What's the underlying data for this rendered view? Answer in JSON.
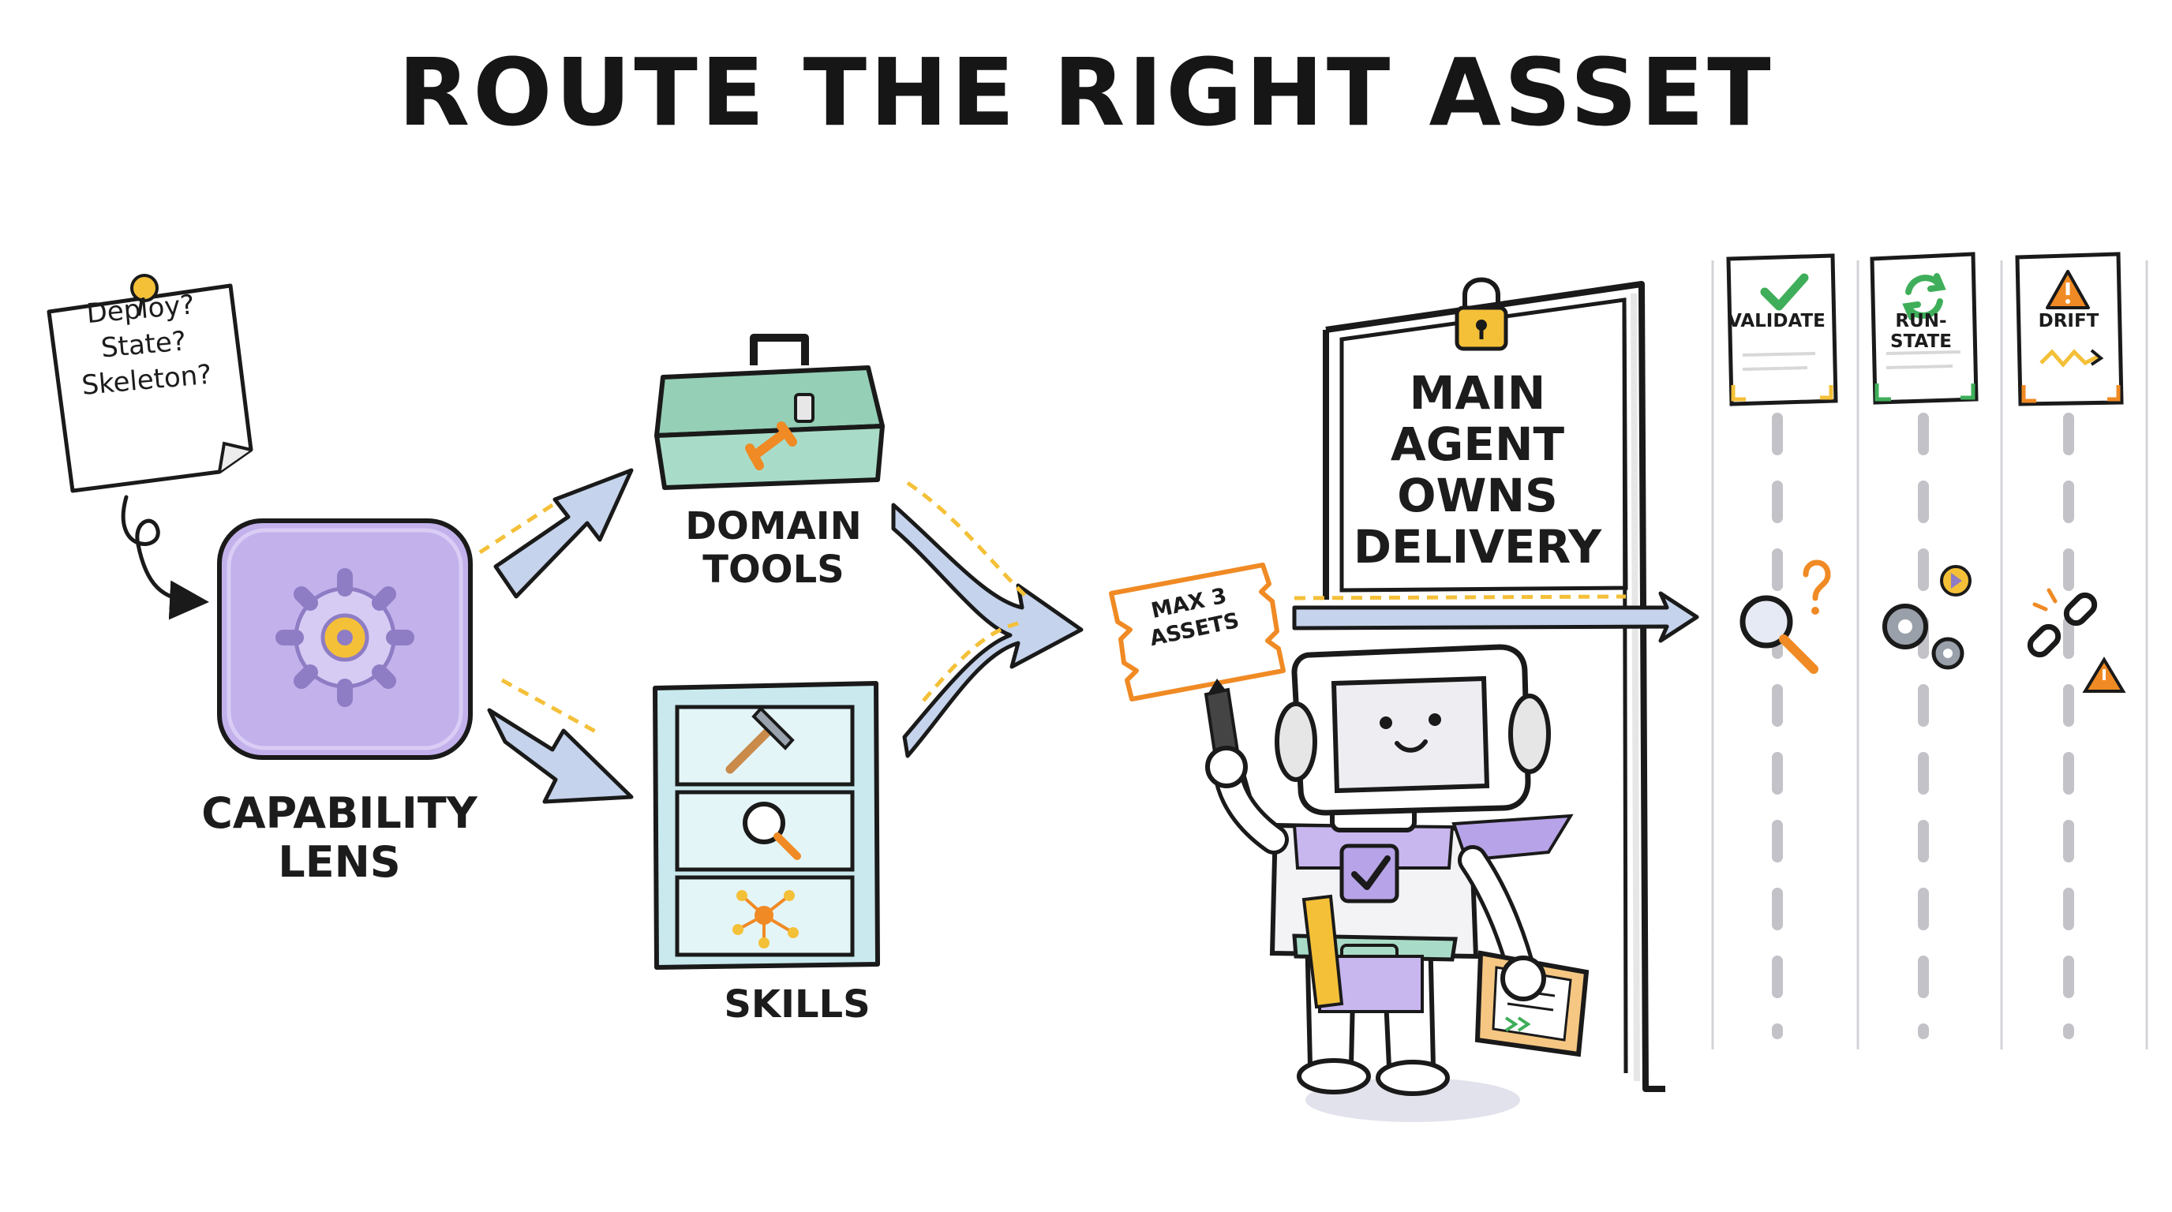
{
  "title": "ROUTE THE RIGHT ASSET",
  "sticky_note": {
    "lines": [
      "Deploy?",
      "State?",
      "Skeleton?"
    ]
  },
  "nodes": {
    "capability_lens": "CAPABILITY LENS",
    "domain_tools": "DOMAIN TOOLS",
    "skills": "SKILLS",
    "main_agent": "MAIN AGENT OWNS DELIVERY"
  },
  "ticket": {
    "lines": [
      "MAX 3",
      "ASSETS"
    ]
  },
  "checkpoints": [
    {
      "label": "VALIDATE",
      "icon": "checkmark-icon",
      "tool_icon": "magnifier-icon"
    },
    {
      "label": "RUN-STATE",
      "icon": "refresh-icon",
      "tool_icon": "gears-icon"
    },
    {
      "label": "DRIFT",
      "icon": "warning-icon",
      "tool_icon": "broken-chain-icon"
    }
  ],
  "colors": {
    "lens_fill": "#c3b1ec",
    "toolbox_fill": "#a9dcc8",
    "shelf_fill": "#c9e9ee",
    "arrow_fill": "#c5d3ec",
    "accent_orange": "#f08a24",
    "accent_yellow": "#f4c038",
    "check_green": "#3fae5a",
    "purple": "#b7a3e8"
  }
}
